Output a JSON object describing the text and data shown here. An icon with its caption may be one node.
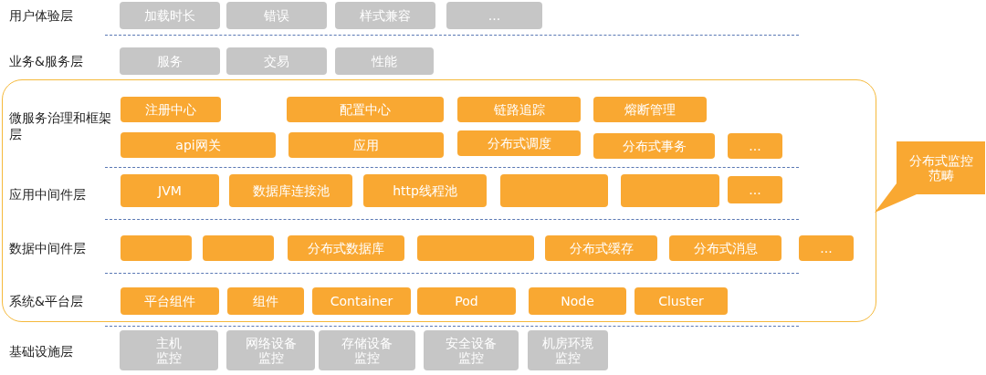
{
  "diagram": {
    "nodes": [
      {
        "text": [
          "加载时长"
        ]
      },
      {
        "text": [
          "错误"
        ]
      },
      {
        "text": [
          "样式兼容"
        ]
      },
      {
        "text": [
          "..."
        ]
      },
      {
        "text": [
          "服务"
        ]
      },
      {
        "text": [
          "交易"
        ]
      },
      {
        "text": [
          "性能"
        ]
      },
      {
        "text": [],
        "shape": "box"
      },
      {
        "text": [
          "注册中心"
        ],
        "in": 7
      },
      {
        "text": [
          "配置中心"
        ],
        "in": 7
      },
      {
        "text": [
          "链路追踪"
        ],
        "in": 7
      },
      {
        "text": [
          "熔断管理"
        ],
        "in": 7
      },
      {
        "text": [
          "api网关"
        ],
        "in": 7
      },
      {
        "text": [
          "应用"
        ],
        "in": 7
      },
      {
        "text": [
          "分布式调度"
        ],
        "in": 7
      },
      {
        "text": [
          "分布式事务"
        ],
        "in": 7
      },
      {
        "text": [
          "..."
        ],
        "in": 7
      },
      {
        "text": [
          "JVM"
        ],
        "in": 7
      },
      {
        "text": [
          "数据库连接池"
        ],
        "in": 7
      },
      {
        "text": [
          "http线程池"
        ],
        "in": 7
      },
      {
        "text": [],
        "shape": "box",
        "in": 7
      },
      {
        "text": [],
        "shape": "box",
        "in": 7
      },
      {
        "text": [
          "..."
        ],
        "in": 7
      },
      {
        "text": [],
        "shape": "box",
        "in": 7
      },
      {
        "text": [],
        "shape": "box",
        "in": 7
      },
      {
        "text": [
          "分布式数据库"
        ],
        "in": 7
      },
      {
        "text": [],
        "shape": "box",
        "in": 7
      },
      {
        "text": [
          "分布式缓存"
        ],
        "in": 7
      },
      {
        "text": [
          "分布式消息"
        ],
        "in": 7
      },
      {
        "text": [
          "..."
        ],
        "in": 7
      },
      {
        "text": [
          "平台组件"
        ],
        "in": 7
      },
      {
        "text": [
          "组件"
        ],
        "in": 7
      },
      {
        "text": [
          "Container"
        ],
        "in": 7
      },
      {
        "text": [
          "Pod"
        ],
        "in": 7
      },
      {
        "text": [
          "Node"
        ],
        "in": 7
      },
      {
        "text": [
          "Cluster"
        ],
        "in": 7
      },
      {
        "text": [
          "分布式监控范畴"
        ]
      },
      {
        "text": [
          "主机监控"
        ]
      },
      {
        "text": [
          "网络设备监控"
        ]
      },
      {
        "text": [
          "存储设备监控"
        ]
      },
      {
        "text": [
          "安全设备监控"
        ]
      },
      {
        "text": [
          "机房环境监控"
        ]
      }
    ],
    "labels": [
      "用户体验层",
      "业务&服务层",
      "微服务治理和框架层",
      "应用中间件层",
      "数据中间件层",
      "系统&平台层",
      "基础设施层"
    ]
  }
}
